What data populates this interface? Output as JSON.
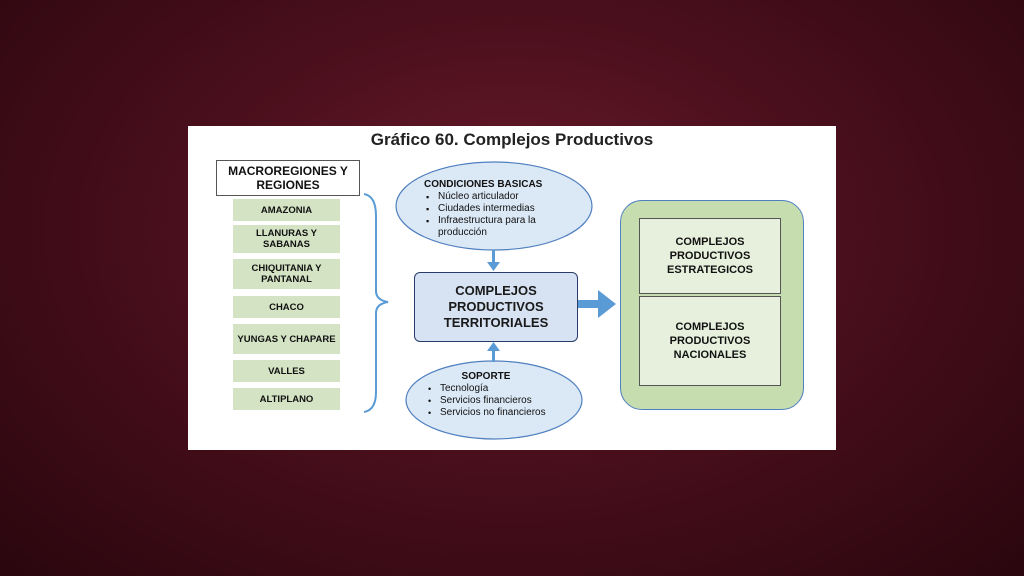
{
  "title": "Gráfico 60. Complejos Productivos",
  "macro_header": "MACROREGIONES Y REGIONES",
  "regions": [
    "AMAZONIA",
    "LLANURAS Y SABANAS",
    "CHIQUITANIA Y PANTANAL",
    "CHACO",
    "YUNGAS Y CHAPARE",
    "VALLES",
    "ALTIPLANO"
  ],
  "condiciones": {
    "heading": "CONDICIONES BASICAS",
    "items": [
      "Núcleo articulador",
      "Ciudades intermedias",
      "Infraestructura para la producción"
    ]
  },
  "center": "COMPLEJOS PRODUCTIVOS TERRITORIALES",
  "soporte": {
    "heading": "SOPORTE",
    "items": [
      "Tecnología",
      "Servicios financieros",
      "Servicios no financieros"
    ]
  },
  "right_boxes": [
    "COMPLEJOS PRODUCTIVOS ESTRATEGICOS",
    "COMPLEJOS PRODUCTIVOS NACIONALES"
  ],
  "colors": {
    "region_fill": "#d3e3c4",
    "ellipse_fill": "#dbe8f5",
    "arrow": "#5b9bd5",
    "center_fill": "#d7e2f2",
    "right_outer_fill": "#c6deaf"
  }
}
